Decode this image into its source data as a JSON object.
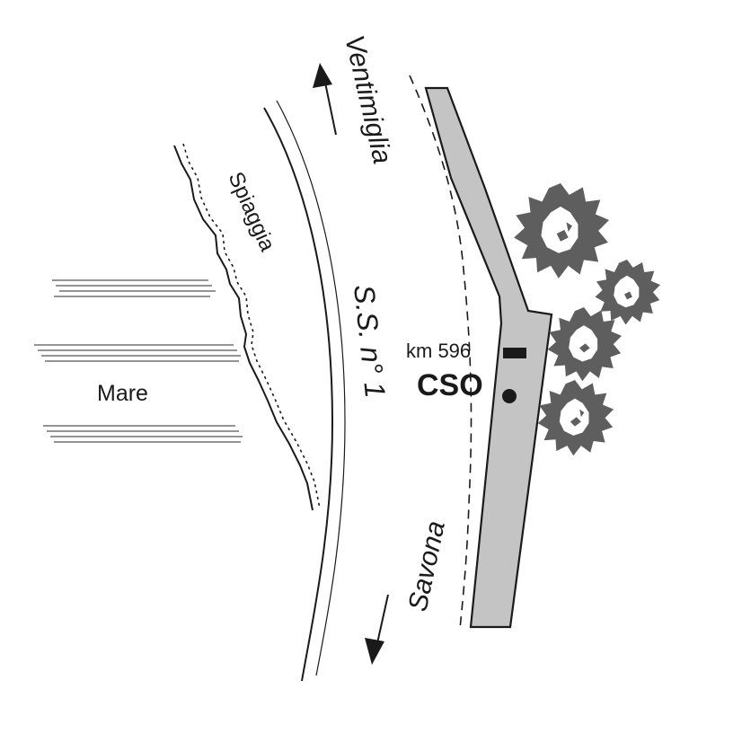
{
  "labels": {
    "sea": "Mare",
    "beach": "Spiaggia",
    "north_direction": "Ventimiglia",
    "south_direction": "Savona",
    "road": "S.S. n° 1",
    "km_marker": "km 596",
    "site": "CSO"
  },
  "colors": {
    "ink": "#1a1a1a",
    "wall_fill": "#c4c4c4",
    "tree_fill": "#5e5e5e"
  },
  "icons": {
    "tree": "tree-icon",
    "arrow": "direction-arrow-icon",
    "site_point": "dot-icon",
    "km_marker": "bar-icon"
  }
}
